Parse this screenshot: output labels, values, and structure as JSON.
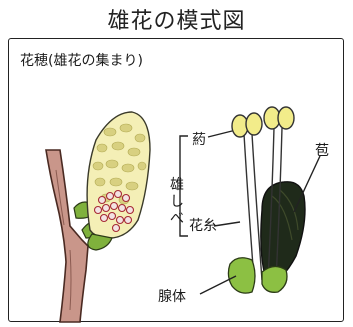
{
  "title": "雄花の模式図",
  "subtitle": "花穂(雄花の集まり)",
  "labels": {
    "anther": "葯",
    "stamen": "雄しべ",
    "filament": "花糸",
    "bract": "苞",
    "gland": "腺体"
  },
  "colors": {
    "stem": "#c9968a",
    "stem_outline": "#4a2a22",
    "catkin_fill": "#f4efb6",
    "catkin_dots": "#c9c36a",
    "pollen_red": "#a62a36",
    "leaf_green": "#7fb13c",
    "bract_dark": "#1f2a1a",
    "anther_yellow": "#f2ec8a",
    "outline": "#222222"
  }
}
